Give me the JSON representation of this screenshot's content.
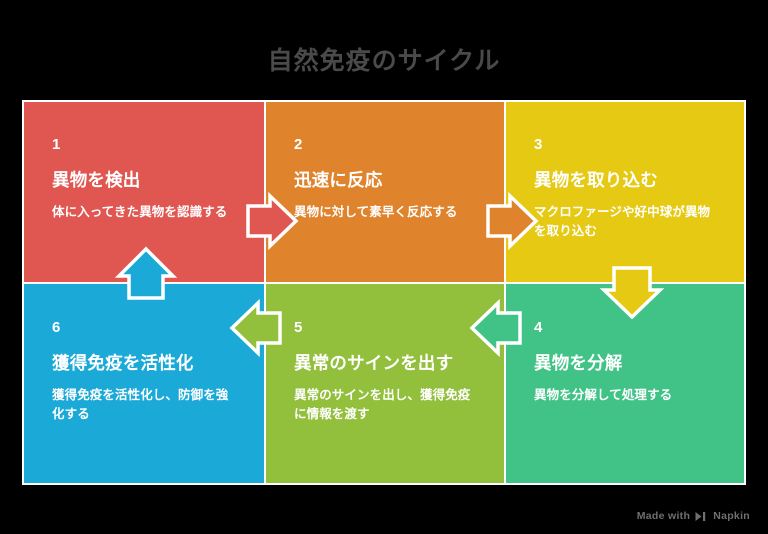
{
  "title": "自然免疫のサイクル",
  "colors": {
    "background": "#000000",
    "title_text": "#4a4a4a",
    "separator": "#ffffff",
    "step1": "#e05651",
    "step2": "#df832c",
    "step3": "#e5c913",
    "step4": "#41c387",
    "step5": "#92bf3c",
    "step6": "#1ba9d8",
    "watermark_text": "#6f6f6f"
  },
  "steps": [
    {
      "number": "1",
      "title": "異物を検出",
      "body": "体に入ってきた異物を認識する",
      "color": "#e05651"
    },
    {
      "number": "2",
      "title": "迅速に反応",
      "body": "異物に対して素早く反応する",
      "color": "#df832c"
    },
    {
      "number": "3",
      "title": "異物を取り込む",
      "body": "マクロファージや好中球が異物を取り込む",
      "color": "#e5c913"
    },
    {
      "number": "4",
      "title": "異物を分解",
      "body": "異物を分解して処理する",
      "color": "#41c387"
    },
    {
      "number": "5",
      "title": "異常のサインを出す",
      "body": "異常のサインを出し、獲得免疫に情報を渡す",
      "color": "#92bf3c"
    },
    {
      "number": "6",
      "title": "獲得免疫を活性化",
      "body": "獲得免疫を活性化し、防御を強化する",
      "color": "#1ba9d8"
    }
  ],
  "arrows": [
    {
      "name": "arrow-step1-to-step2",
      "direction": "right",
      "color": "#e05651"
    },
    {
      "name": "arrow-step2-to-step3",
      "direction": "right",
      "color": "#df832c"
    },
    {
      "name": "arrow-step3-to-step4",
      "direction": "down",
      "color": "#e5c913"
    },
    {
      "name": "arrow-step4-to-step5",
      "direction": "left",
      "color": "#41c387"
    },
    {
      "name": "arrow-step5-to-step6",
      "direction": "left",
      "color": "#92bf3c"
    },
    {
      "name": "arrow-step6-to-step1",
      "direction": "up",
      "color": "#1ba9d8"
    }
  ],
  "watermark": {
    "prefix": "Made with",
    "brand": "Napkin",
    "logo_icon": "napkin-logo-icon"
  }
}
